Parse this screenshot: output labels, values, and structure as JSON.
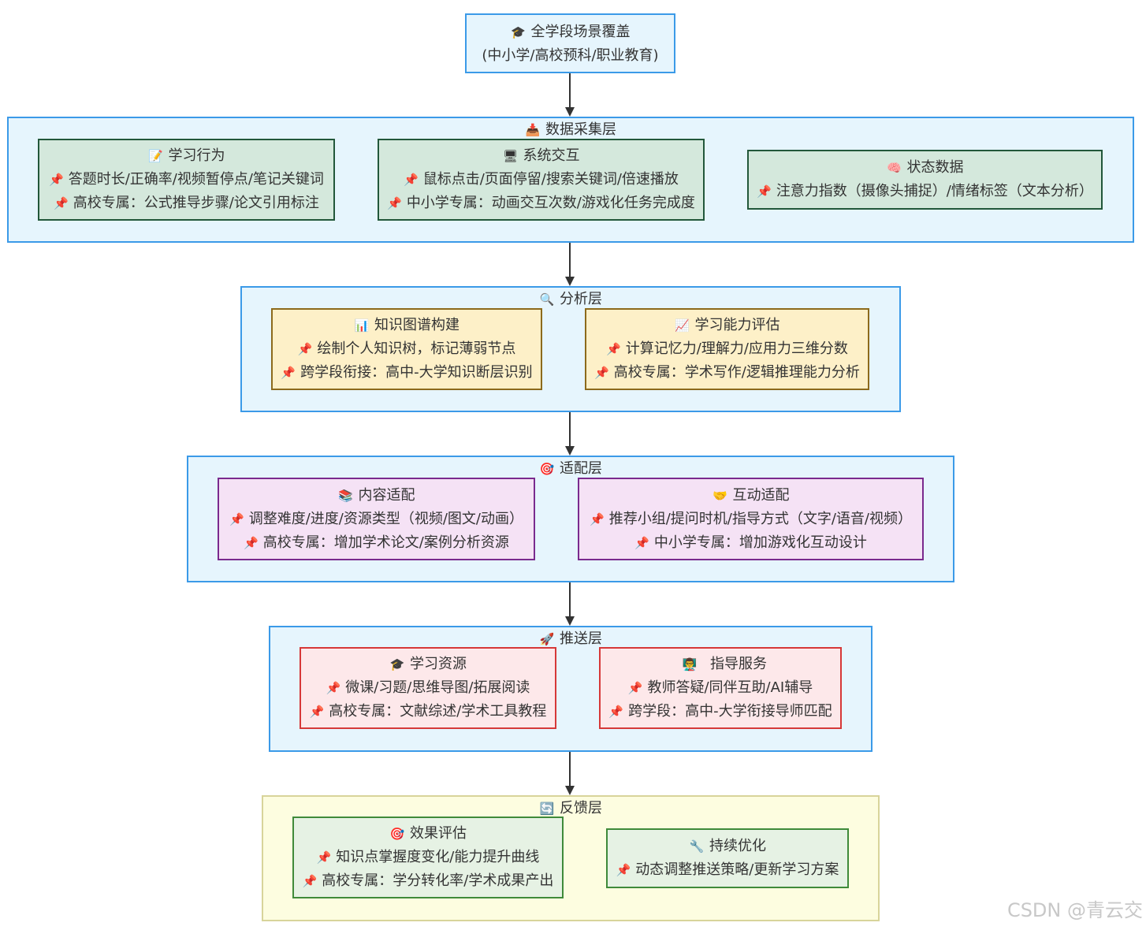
{
  "top": {
    "icon": "🎓",
    "line1": "全学段场景覆盖",
    "line2": "(中小学/高校预科/职业教育)"
  },
  "layers": {
    "collect": {
      "icon": "📥",
      "title": "数据采集层",
      "nodes": [
        {
          "icon": "📝",
          "title": "学习行为",
          "lines": [
            "答题时长/正确率/视频暂停点/笔记关键词",
            "高校专属：公式推导步骤/论文引用标注"
          ]
        },
        {
          "icon": "🖥",
          "title": "系统交互",
          "lines": [
            "鼠标点击/页面停留/搜索关键词/倍速播放",
            "中小学专属：动画交互次数/游戏化任务完成度"
          ]
        },
        {
          "icon": "🧠",
          "title": "状态数据",
          "lines": [
            "注意力指数（摄像头捕捉）/情绪标签（文本分析）"
          ]
        }
      ]
    },
    "analysis": {
      "icon": "🔍",
      "title": "分析层",
      "nodes": [
        {
          "icon": "📊",
          "title": "知识图谱构建",
          "lines": [
            "绘制个人知识树，标记薄弱节点",
            "跨学段衔接：高中-大学知识断层识别"
          ]
        },
        {
          "icon": "📈",
          "title": "学习能力评估",
          "lines": [
            "计算记忆力/理解力/应用力三维分数",
            "高校专属：学术写作/逻辑推理能力分析"
          ]
        }
      ]
    },
    "adapt": {
      "icon": "🎯",
      "title": "适配层",
      "nodes": [
        {
          "icon": "📚",
          "title": "内容适配",
          "lines": [
            "调整难度/进度/资源类型（视频/图文/动画）",
            "高校专属：增加学术论文/案例分析资源"
          ]
        },
        {
          "icon": "🤝",
          "title": "互动适配",
          "lines": [
            "推荐小组/提问时机/指导方式（文字/语音/视频）",
            "中小学专属：增加游戏化互动设计"
          ]
        }
      ]
    },
    "push": {
      "icon": "🚀",
      "title": "推送层",
      "nodes": [
        {
          "icon": "🎓",
          "title": "学习资源",
          "lines": [
            "微课/习题/思维导图/拓展阅读",
            "高校专属：文献综述/学术工具教程"
          ]
        },
        {
          "icon": "👨‍🏫",
          "title": "指导服务",
          "lines": [
            "教师答疑/同伴互助/AI辅导",
            "跨学段：高中-大学衔接导师匹配"
          ]
        }
      ]
    },
    "feedback": {
      "icon": "🔄",
      "title": "反馈层",
      "nodes": [
        {
          "icon": "🎯",
          "title": "效果评估",
          "lines": [
            "知识点掌握度变化/能力提升曲线",
            "高校专属：学分转化率/学术成果产出"
          ]
        },
        {
          "icon": "🔧",
          "title": "持续优化",
          "lines": [
            "动态调整推送策略/更新学习方案"
          ]
        }
      ]
    }
  },
  "pin_icon": "📌",
  "watermark": "CSDN @青云交",
  "colors": {
    "layer_border": "#3b9ae8",
    "layer_fill": "#e6f5fd",
    "arrow": "#333333"
  }
}
